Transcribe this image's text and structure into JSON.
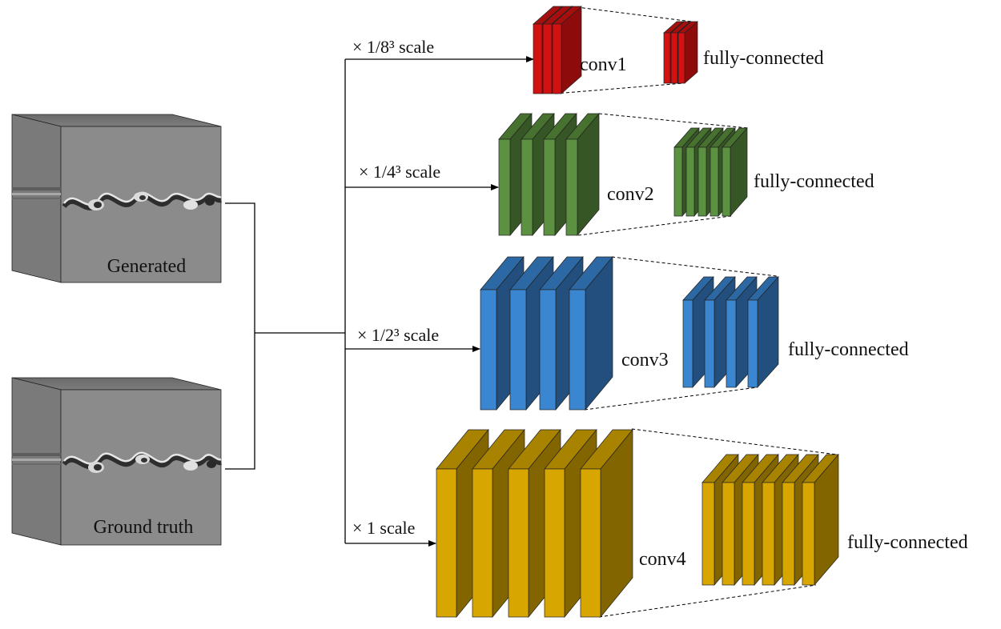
{
  "inputs": [
    {
      "label": "Generated"
    },
    {
      "label": "Ground truth"
    }
  ],
  "branches": [
    {
      "scale": "× 1/8³  scale",
      "conv": "conv1",
      "fc": "fully-connected",
      "colors": {
        "front": "#d41111",
        "side": "#8e0b0b",
        "top": "#a70f0f"
      }
    },
    {
      "scale": "× 1/4³  scale",
      "conv": "conv2",
      "fc": "fully-connected",
      "colors": {
        "front": "#5b9140",
        "side": "#375626",
        "top": "#46712f"
      }
    },
    {
      "scale": "× 1/2³  scale",
      "conv": "conv3",
      "fc": "fully-connected",
      "colors": {
        "front": "#3a86d0",
        "side": "#224f7e",
        "top": "#2c68a4"
      }
    },
    {
      "scale": "× 1  scale",
      "conv": "conv4",
      "fc": "fully-connected",
      "colors": {
        "front": "#d8a600",
        "side": "#836500",
        "top": "#a88300"
      }
    }
  ]
}
